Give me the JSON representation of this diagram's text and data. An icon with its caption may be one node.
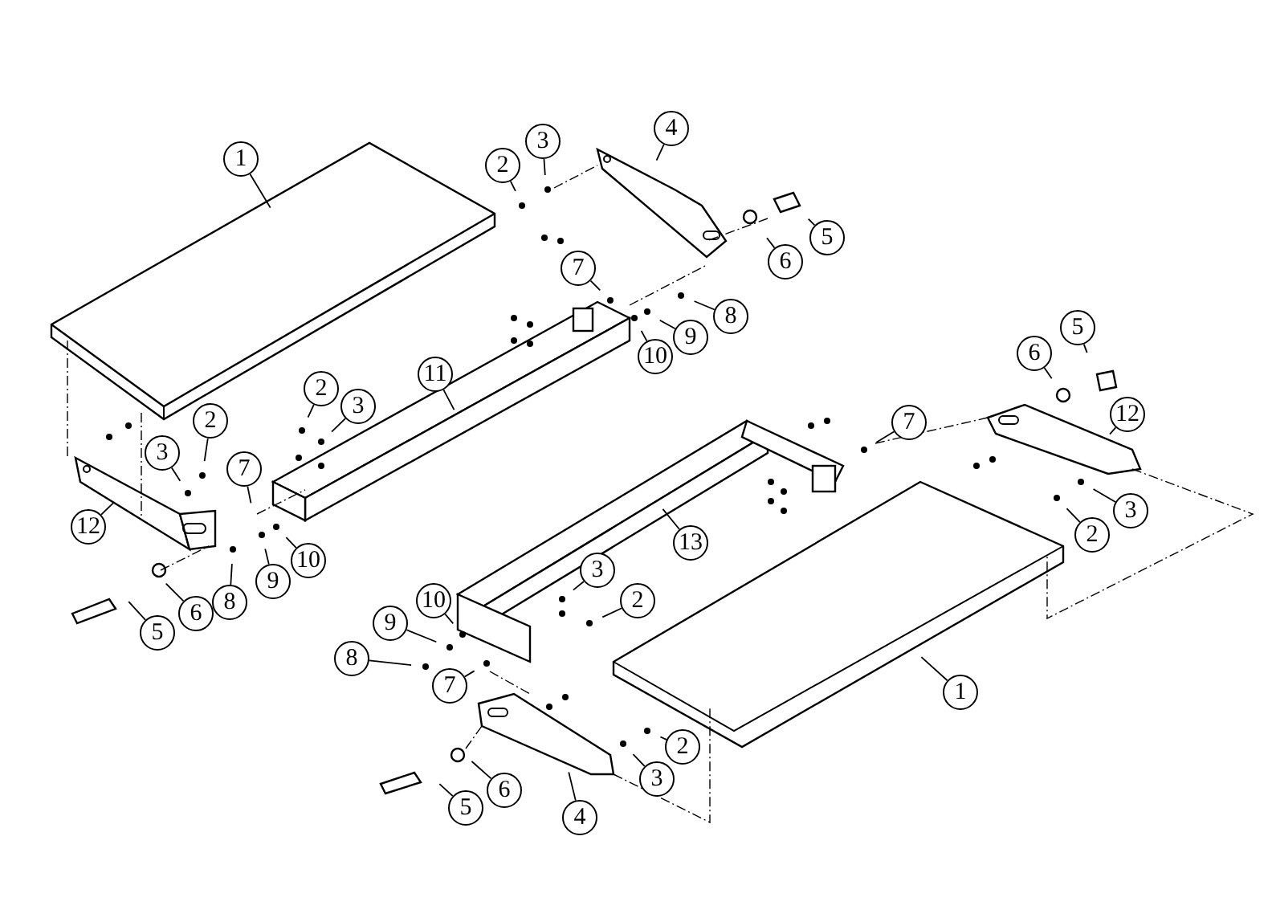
{
  "diagram": {
    "nodes": [
      {
        "text": [
          "4"
        ]
      },
      {
        "text": [
          "3"
        ]
      },
      {
        "text": [
          "1"
        ]
      },
      {
        "text": [
          "2"
        ]
      },
      {
        "text": [
          "5"
        ]
      },
      {
        "text": [
          "6"
        ]
      },
      {
        "text": [
          "7"
        ]
      },
      {
        "text": [
          "8"
        ]
      },
      {
        "text": [
          "5"
        ]
      },
      {
        "text": [
          "9"
        ]
      },
      {
        "text": [
          "10"
        ]
      },
      {
        "text": [
          "6"
        ]
      },
      {
        "text": [
          "11"
        ]
      },
      {
        "text": [
          "2"
        ]
      },
      {
        "text": [
          "3"
        ]
      },
      {
        "text": [
          "12"
        ]
      },
      {
        "text": [
          "2"
        ]
      },
      {
        "text": [
          "7"
        ]
      },
      {
        "text": [
          "3"
        ]
      },
      {
        "text": [
          "7"
        ]
      },
      {
        "text": [
          "3"
        ]
      },
      {
        "text": [
          "12"
        ]
      },
      {
        "text": [
          "2"
        ]
      },
      {
        "text": [
          "13"
        ]
      },
      {
        "text": [
          "10"
        ]
      },
      {
        "text": [
          "9"
        ]
      },
      {
        "text": [
          "3"
        ]
      },
      {
        "text": [
          "8"
        ]
      },
      {
        "text": [
          "2"
        ]
      },
      {
        "text": [
          "6"
        ]
      },
      {
        "text": [
          "10"
        ]
      },
      {
        "text": [
          "5"
        ]
      },
      {
        "text": [
          "9"
        ]
      },
      {
        "text": [
          "8"
        ]
      },
      {
        "text": [
          "7"
        ]
      },
      {
        "text": [
          "1"
        ]
      },
      {
        "text": [
          "2"
        ]
      },
      {
        "text": [
          "3"
        ]
      },
      {
        "text": [
          "6"
        ]
      },
      {
        "text": [
          "5"
        ]
      },
      {
        "text": [
          "4"
        ]
      }
    ],
    "edges": [
      {
        "from": 0,
        "to": null,
        "arrow": "none"
      },
      {
        "from": 1,
        "to": null,
        "arrow": "none"
      },
      {
        "from": 2,
        "to": null,
        "arrow": "none"
      },
      {
        "from": 3,
        "to": null,
        "arrow": "none"
      },
      {
        "from": 4,
        "to": null,
        "arrow": "none"
      },
      {
        "from": 5,
        "to": null,
        "arrow": "none"
      },
      {
        "from": 6,
        "to": null,
        "arrow": "none"
      },
      {
        "from": 7,
        "to": null,
        "arrow": "none"
      },
      {
        "from": 8,
        "to": null,
        "arrow": "none"
      },
      {
        "from": 9,
        "to": null,
        "arrow": "none"
      },
      {
        "from": 10,
        "to": null,
        "arrow": "none"
      },
      {
        "from": 11,
        "to": null,
        "arrow": "none"
      },
      {
        "from": 12,
        "to": null,
        "arrow": "none"
      },
      {
        "from": 13,
        "to": null,
        "arrow": "none"
      },
      {
        "from": 14,
        "to": null,
        "arrow": "none"
      },
      {
        "from": 15,
        "to": null,
        "arrow": "none"
      },
      {
        "from": 16,
        "to": null,
        "arrow": "none"
      },
      {
        "from": 17,
        "to": null,
        "arrow": "none"
      },
      {
        "from": 18,
        "to": null,
        "arrow": "none"
      },
      {
        "from": 19,
        "to": null,
        "arrow": "none"
      },
      {
        "from": 20,
        "to": null,
        "arrow": "none"
      },
      {
        "from": 21,
        "to": null,
        "arrow": "none"
      },
      {
        "from": 22,
        "to": null,
        "arrow": "none"
      },
      {
        "from": 23,
        "to": null,
        "arrow": "none"
      },
      {
        "from": 24,
        "to": null,
        "arrow": "none"
      },
      {
        "from": 25,
        "to": null,
        "arrow": "none"
      },
      {
        "from": 26,
        "to": null,
        "arrow": "none"
      },
      {
        "from": 27,
        "to": null,
        "arrow": "none"
      },
      {
        "from": 28,
        "to": null,
        "arrow": "none"
      },
      {
        "from": 29,
        "to": null,
        "arrow": "none"
      },
      {
        "from": 30,
        "to": null,
        "arrow": "none"
      },
      {
        "from": 31,
        "to": null,
        "arrow": "none"
      },
      {
        "from": 32,
        "to": null,
        "arrow": "none"
      },
      {
        "from": 33,
        "to": null,
        "arrow": "none"
      },
      {
        "from": 34,
        "to": null,
        "arrow": "none"
      },
      {
        "from": 35,
        "to": null,
        "arrow": "none"
      },
      {
        "from": 36,
        "to": null,
        "arrow": "none"
      },
      {
        "from": 37,
        "to": null,
        "arrow": "none"
      },
      {
        "from": 38,
        "to": null,
        "arrow": "none"
      },
      {
        "from": 39,
        "to": null,
        "arrow": "none"
      },
      {
        "from": 40,
        "to": null,
        "arrow": "none"
      }
    ]
  }
}
